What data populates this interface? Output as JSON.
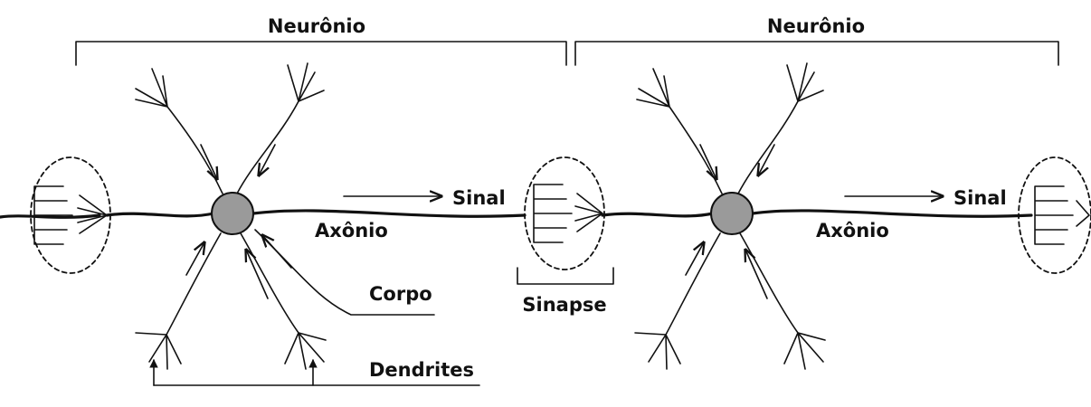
{
  "labels": {
    "neuron_left": "Neurônio",
    "neuron_right": "Neurônio",
    "signal_left": "Sinal",
    "signal_right": "Sinal",
    "axon_left": "Axônio",
    "axon_right": "Axônio",
    "body": "Corpo",
    "synapse": "Sinapse",
    "dendrites": "Dendrites"
  },
  "colors": {
    "ink": "#111111",
    "soma": "#9a9a9a",
    "background": "#ffffff"
  }
}
